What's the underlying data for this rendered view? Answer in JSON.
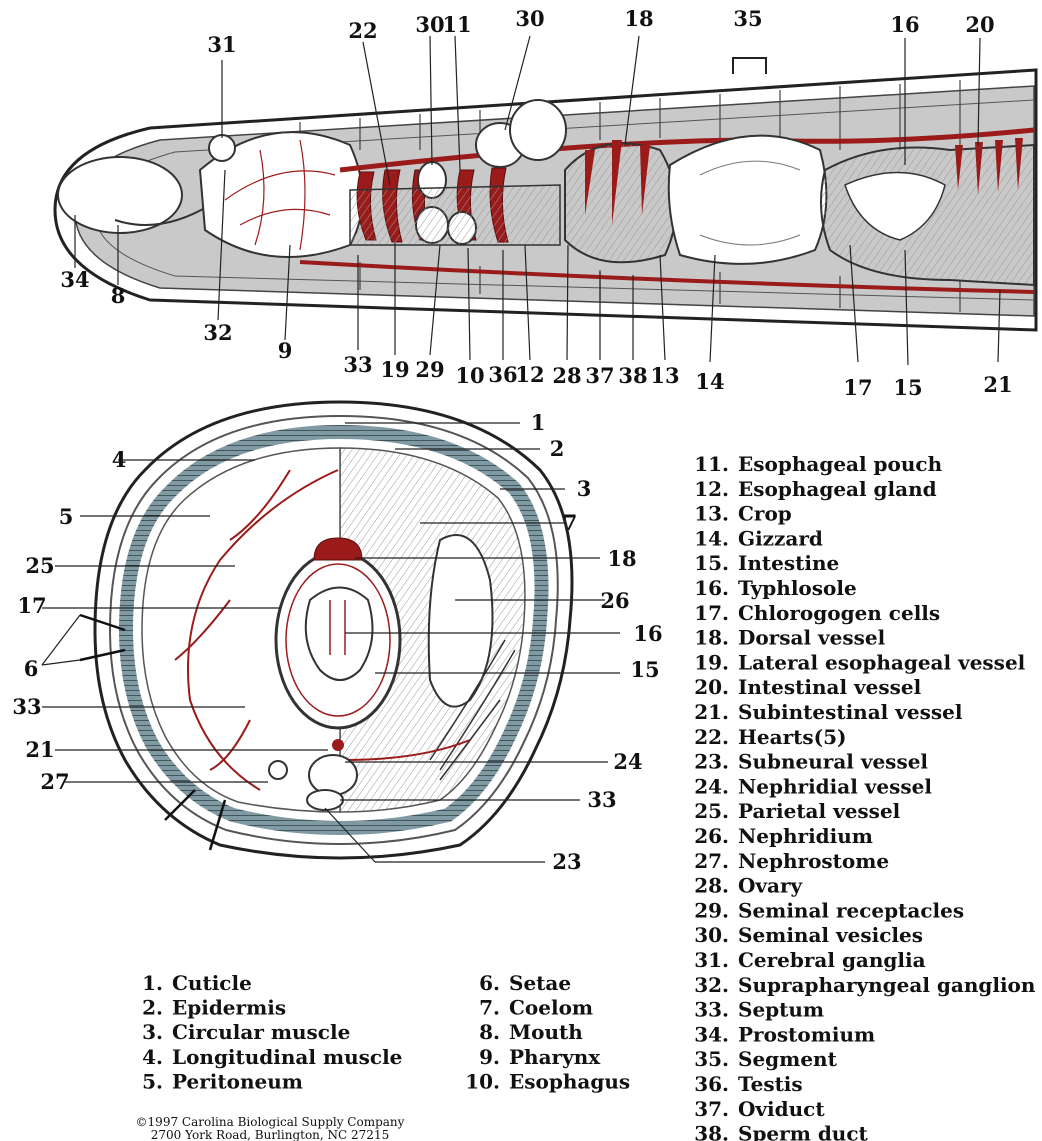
{
  "side_labels": [
    "31",
    "22",
    "30",
    "11",
    "30",
    "18",
    "35",
    "16",
    "20",
    "34",
    "8",
    "32",
    "9",
    "33",
    "19",
    "29",
    "10",
    "36",
    "12",
    "28",
    "37",
    "38",
    "13",
    "14",
    "17",
    "15",
    "21"
  ],
  "cross_labels": [
    "1",
    "2",
    "4",
    "3",
    "5",
    "7",
    "25",
    "18",
    "26",
    "17",
    "16",
    "6",
    "15",
    "33",
    "21",
    "24",
    "27",
    "33",
    "23"
  ],
  "legend": [
    {
      "n": "1.",
      "t": "Cuticle"
    },
    {
      "n": "2.",
      "t": "Epidermis"
    },
    {
      "n": "3.",
      "t": "Circular muscle"
    },
    {
      "n": "4.",
      "t": "Longitudinal muscle"
    },
    {
      "n": "5.",
      "t": "Peritoneum"
    },
    {
      "n": "6.",
      "t": "Setae"
    },
    {
      "n": "7.",
      "t": "Coelom"
    },
    {
      "n": "8.",
      "t": "Mouth"
    },
    {
      "n": "9.",
      "t": "Pharynx"
    },
    {
      "n": "10.",
      "t": "Esophagus"
    },
    {
      "n": "11.",
      "t": "Esophageal pouch"
    },
    {
      "n": "12.",
      "t": "Esophageal gland"
    },
    {
      "n": "13.",
      "t": "Crop"
    },
    {
      "n": "14.",
      "t": "Gizzard"
    },
    {
      "n": "15.",
      "t": "Intestine"
    },
    {
      "n": "16.",
      "t": "Typhlosole"
    },
    {
      "n": "17.",
      "t": "Chlorogogen cells"
    },
    {
      "n": "18.",
      "t": "Dorsal vessel"
    },
    {
      "n": "19.",
      "t": "Lateral esophageal vessel"
    },
    {
      "n": "20.",
      "t": "Intestinal vessel"
    },
    {
      "n": "21.",
      "t": "Subintestinal vessel"
    },
    {
      "n": "22.",
      "t": "Hearts(5)"
    },
    {
      "n": "23.",
      "t": "Subneural vessel"
    },
    {
      "n": "24.",
      "t": "Nephridial vessel"
    },
    {
      "n": "25.",
      "t": "Parietal vessel"
    },
    {
      "n": "26.",
      "t": "Nephridium"
    },
    {
      "n": "27.",
      "t": "Nephrostome"
    },
    {
      "n": "28.",
      "t": "Ovary"
    },
    {
      "n": "29.",
      "t": "Seminal receptacles"
    },
    {
      "n": "30.",
      "t": "Seminal vesicles"
    },
    {
      "n": "31.",
      "t": "Cerebral ganglia"
    },
    {
      "n": "32.",
      "t": "Suprapharyngeal ganglion"
    },
    {
      "n": "33.",
      "t": "Septum"
    },
    {
      "n": "34.",
      "t": "Prostomium"
    },
    {
      "n": "35.",
      "t": "Segment"
    },
    {
      "n": "36.",
      "t": "Testis"
    },
    {
      "n": "37.",
      "t": "Oviduct"
    },
    {
      "n": "38.",
      "t": "Sperm duct"
    }
  ],
  "copyright": [
    "©1997 Carolina Biological Supply Company",
    "2700 York Road, Burlington, NC 27215"
  ],
  "colors": {
    "vessel": "#9b1b1b",
    "coelom": "#c9c9c9",
    "muscle": "#7f9aa3",
    "outline": "#222222"
  }
}
